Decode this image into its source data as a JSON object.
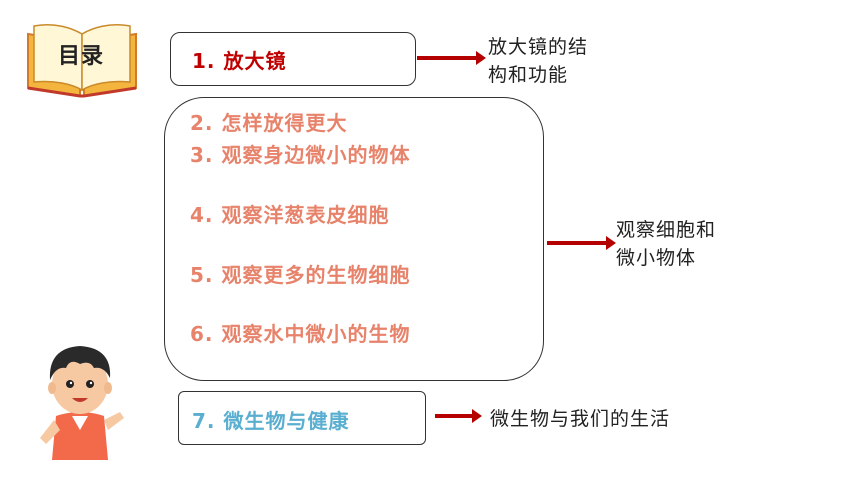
{
  "header": {
    "title": "目录"
  },
  "items": {
    "i1": "1.  放大镜",
    "i2": "2.  怎样放得更大",
    "i3": "3.  观察身边微小的物体",
    "i4": "4.  观察洋葱表皮细胞",
    "i5": "5.  观察更多的生物细胞",
    "i6": "6.  观察水中微小的生物",
    "i7": "7.  微生物与健康"
  },
  "notes": {
    "n1": [
      "放大镜的结",
      "构和功能"
    ],
    "n2": [
      "观察细胞和",
      "微小物体"
    ],
    "n3": "微生物与我们的生活"
  },
  "colors": {
    "item1": "#c00000",
    "items2to6": "#e8836b",
    "item7": "#5aaed0",
    "arrow": "#b50000"
  },
  "icons": {
    "book": "open-book-icon",
    "character": "cartoon-boy-icon"
  }
}
